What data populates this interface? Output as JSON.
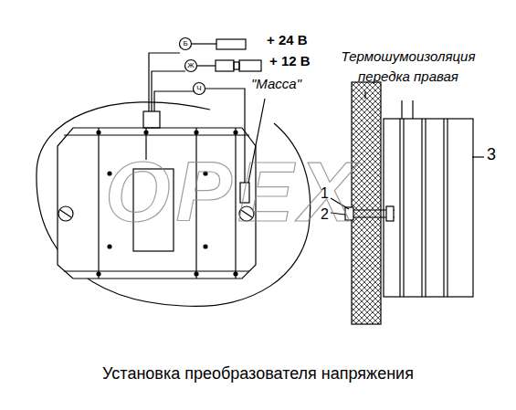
{
  "diagram": {
    "caption": "Установка преобразователя напряжения",
    "labels": [
      "+ 24 В",
      "+ 12 В",
      "Термошумоизоляция передка правая",
      "\"Масса\"",
      "Б",
      "Ж",
      "Ч",
      "1",
      "2",
      "3",
      "OPEX"
    ]
  }
}
